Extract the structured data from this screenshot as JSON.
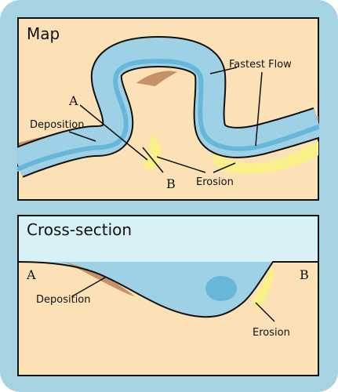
{
  "map_panel": {
    "title": "Map",
    "labels": {
      "point_a": "A",
      "point_b": "B",
      "deposition": "Deposition",
      "erosion": "Erosion",
      "fastest_flow": "Fastest Flow"
    }
  },
  "cross_panel": {
    "title": "Cross-section",
    "labels": {
      "point_a": "A",
      "point_b": "B",
      "deposition": "Deposition",
      "erosion": "Erosion"
    }
  },
  "colors": {
    "frame": "#a6d3e2",
    "land": "#fbe1b5",
    "river": "#9ed0e6",
    "fastest_flow": "#67b8d8",
    "deposition": "#c59166",
    "erosion": "#f9f08a",
    "header": "#d8f1f7"
  }
}
